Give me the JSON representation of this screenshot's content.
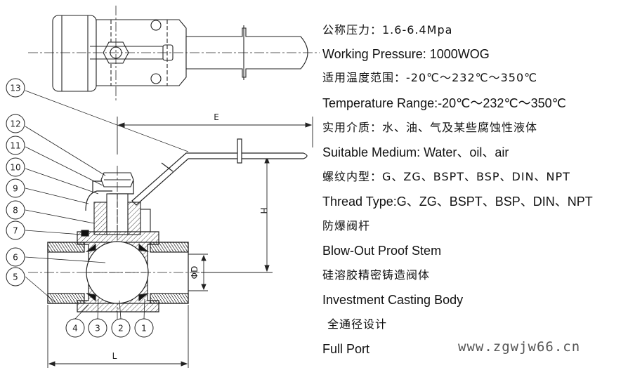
{
  "specs": [
    "公称压力：1.6-6.4Mpa",
    "Working Pressure: 1000WOG",
    "适用温度范围：-20℃～232℃～350℃",
    "Temperature Range:-20℃～232℃～350℃",
    "实用介质：水、油、气及某些腐蚀性液体",
    "Suitable Medium: Water、oil、air",
    "螺纹内型：G、ZG、BSPT、BSP、DIN、NPT",
    "Thread Type:G、ZG、BSPT、BSP、DIN、NPT",
    "防爆阀杆",
    "Blow-Out Proof Stem",
    "硅溶胶精密铸造阀体",
    "Investment Casting Body",
    "全通径设计",
    "Full Port"
  ],
  "dimensions": {
    "e": "E",
    "h": "H",
    "phi_d": "ΦD",
    "l": "L"
  },
  "callouts": [
    "1",
    "2",
    "3",
    "4",
    "5",
    "6",
    "7",
    "8",
    "9",
    "10",
    "11",
    "12",
    "13"
  ],
  "watermark": "www.zgwjw66.cn"
}
